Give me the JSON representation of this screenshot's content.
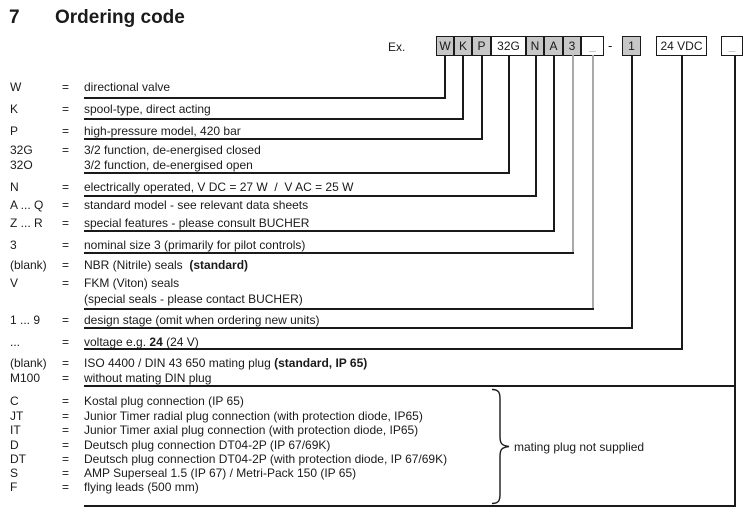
{
  "title": {
    "number": "7",
    "text": "Ordering code"
  },
  "example_label": "Ex.",
  "separator": "-",
  "code_boxes": [
    {
      "label": "W",
      "shaded": true,
      "blank": false
    },
    {
      "label": "K",
      "shaded": true,
      "blank": false
    },
    {
      "label": "P",
      "shaded": true,
      "blank": false
    },
    {
      "label": "32G",
      "shaded": false,
      "blank": false
    },
    {
      "label": "N",
      "shaded": true,
      "blank": false
    },
    {
      "label": "A",
      "shaded": true,
      "blank": false
    },
    {
      "label": "3",
      "shaded": true,
      "blank": false
    },
    {
      "label": "_",
      "shaded": false,
      "blank": true
    },
    {
      "label": "1",
      "shaded": true,
      "blank": false
    },
    {
      "label": "24 VDC",
      "shaded": false,
      "blank": false
    },
    {
      "label": "_",
      "shaded": false,
      "blank": true
    }
  ],
  "rows": [
    {
      "code": "W",
      "eq": "=",
      "desc": [
        {
          "t": "directional valve"
        }
      ]
    },
    {
      "code": "K",
      "eq": "=",
      "desc": [
        {
          "t": "spool-type, direct acting"
        }
      ]
    },
    {
      "code": "P",
      "eq": "=",
      "desc": [
        {
          "t": "high-pressure model, 420 bar"
        }
      ]
    },
    {
      "code": "32G",
      "eq": "=",
      "desc": [
        {
          "t": "3/2 function, de-energised closed"
        }
      ]
    },
    {
      "code": "32O",
      "eq": "",
      "desc": [
        {
          "t": "3/2 function, de-energised open"
        }
      ]
    },
    {
      "code": "N",
      "eq": "=",
      "desc": [
        {
          "t": "electrically operated, V DC = 27 W  /  V AC = 25 W"
        }
      ]
    },
    {
      "code": "A ... Q",
      "eq": "=",
      "desc": [
        {
          "t": "standard model - see relevant data sheets"
        }
      ]
    },
    {
      "code": "Z ... R",
      "eq": "=",
      "desc": [
        {
          "t": "special features - please consult BUCHER"
        }
      ]
    },
    {
      "code": "3",
      "eq": "=",
      "desc": [
        {
          "t": "nominal size 3 (primarily for pilot controls)"
        }
      ]
    },
    {
      "code": "(blank)",
      "eq": "=",
      "desc": [
        {
          "t": "NBR (Nitrile) seals  "
        },
        {
          "t": "(standard)",
          "b": true
        }
      ]
    },
    {
      "code": "V",
      "eq": "=",
      "desc": [
        {
          "t": "FKM (Viton) seals"
        }
      ]
    },
    {
      "code": "",
      "eq": "",
      "desc": [
        {
          "t": "(special seals - please contact BUCHER)"
        }
      ]
    },
    {
      "code": "1 ... 9",
      "eq": "=",
      "desc": [
        {
          "t": "design stage (omit when ordering new units)"
        }
      ]
    },
    {
      "code": "...",
      "eq": "=",
      "desc": [
        {
          "t": "voltage e.g. "
        },
        {
          "t": "24",
          "b": true
        },
        {
          "t": " (24 V)"
        }
      ]
    },
    {
      "code": "(blank)",
      "eq": "=",
      "desc": [
        {
          "t": "ISO 4400 / DIN 43 650 mating plug "
        },
        {
          "t": "(standard, IP 65)",
          "b": true
        }
      ]
    },
    {
      "code": "M100",
      "eq": "=",
      "desc": [
        {
          "t": "without mating DIN plug"
        }
      ]
    },
    {
      "code": "C",
      "eq": "=",
      "desc": [
        {
          "t": "Kostal plug connection (IP 65)"
        }
      ]
    },
    {
      "code": "JT",
      "eq": "=",
      "desc": [
        {
          "t": "Junior Timer radial plug connection (with protection diode, IP65)"
        }
      ]
    },
    {
      "code": "IT",
      "eq": "=",
      "desc": [
        {
          "t": "Junior Timer axial plug connection (with protection diode, IP65)"
        }
      ]
    },
    {
      "code": "D",
      "eq": "=",
      "desc": [
        {
          "t": "Deutsch plug connection DT04-2P (IP 67/69K)"
        }
      ]
    },
    {
      "code": "DT",
      "eq": "=",
      "desc": [
        {
          "t": "Deutsch plug connection DT04-2P (with protection diode, IP 67/69K)"
        }
      ]
    },
    {
      "code": "S",
      "eq": "=",
      "desc": [
        {
          "t": "AMP Superseal 1.5 (IP 67) / Metri-Pack 150 (IP 65)"
        }
      ]
    },
    {
      "code": "F",
      "eq": "=",
      "desc": [
        {
          "t": "flying leads (500 mm)"
        }
      ]
    }
  ],
  "brace_note": "mating plug not supplied",
  "colors": {
    "text": "#1a1a1a",
    "line": "#1a1a1a",
    "muted_line": "#a9a9a9",
    "shaded_box_fill": "#c7c7c7",
    "blank_glyph": "#8f8f8f"
  }
}
